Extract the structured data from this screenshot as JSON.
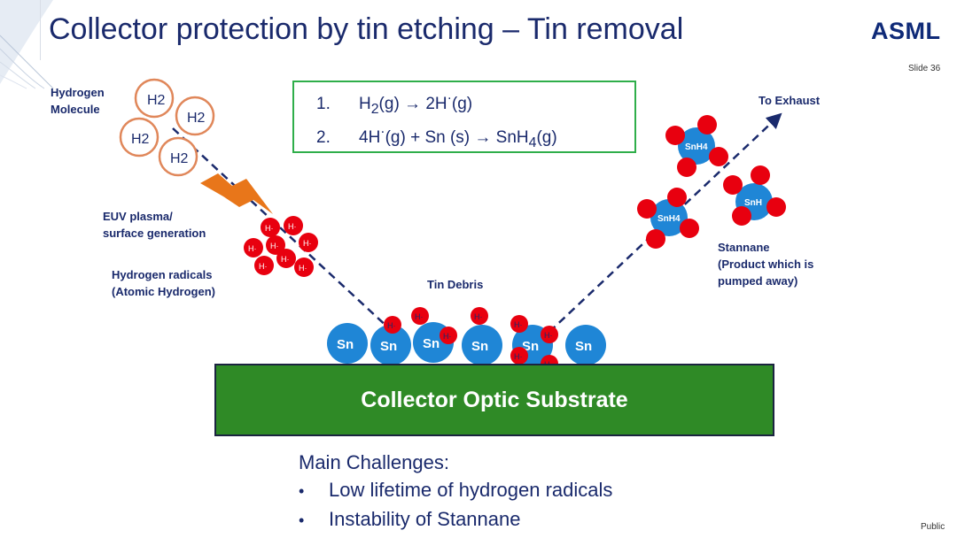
{
  "title": "Collector protection by tin etching – Tin removal",
  "logo": "ASML",
  "slide_number": "Slide 36",
  "footer": "Public",
  "equations": [
    {
      "num": "1.",
      "html": "H<sub>2</sub>(g) → 2H<sup>·</sup>(g)"
    },
    {
      "num": "2.",
      "html": "4H<sup>·</sup>(g) + Sn (s) → SnH<sub>4</sub>(g)"
    }
  ],
  "labels": {
    "hydrogen_molecule": [
      "Hydrogen",
      "Molecule"
    ],
    "euv_plasma": [
      "EUV plasma/",
      "surface generation"
    ],
    "hydrogen_radicals": [
      "Hydrogen radicals",
      "(Atomic Hydrogen)"
    ],
    "tin_debris": "Tin Debris",
    "to_exhaust": "To Exhaust",
    "stannane": [
      "Stannane",
      "(Product which is",
      "pumped away)"
    ]
  },
  "molecule_labels": {
    "h2": "H2",
    "h_radical": "H·",
    "sn": "Sn",
    "snh4": "SnH4",
    "snh": "SnH"
  },
  "substrate": "Collector Optic Substrate",
  "challenges": {
    "heading": "Main Challenges:",
    "items": [
      "Low lifetime of hydrogen radicals",
      "Instability of Stannane"
    ]
  },
  "colors": {
    "title": "#1a2a6c",
    "h2_ring": "#e0875a",
    "radical": "#e8000f",
    "tin": "#1f86d6",
    "substrate": "#2f8a26",
    "box_border": "#2fae4a",
    "lightning": "#e8761a",
    "arrow": "#1a2a6c"
  }
}
